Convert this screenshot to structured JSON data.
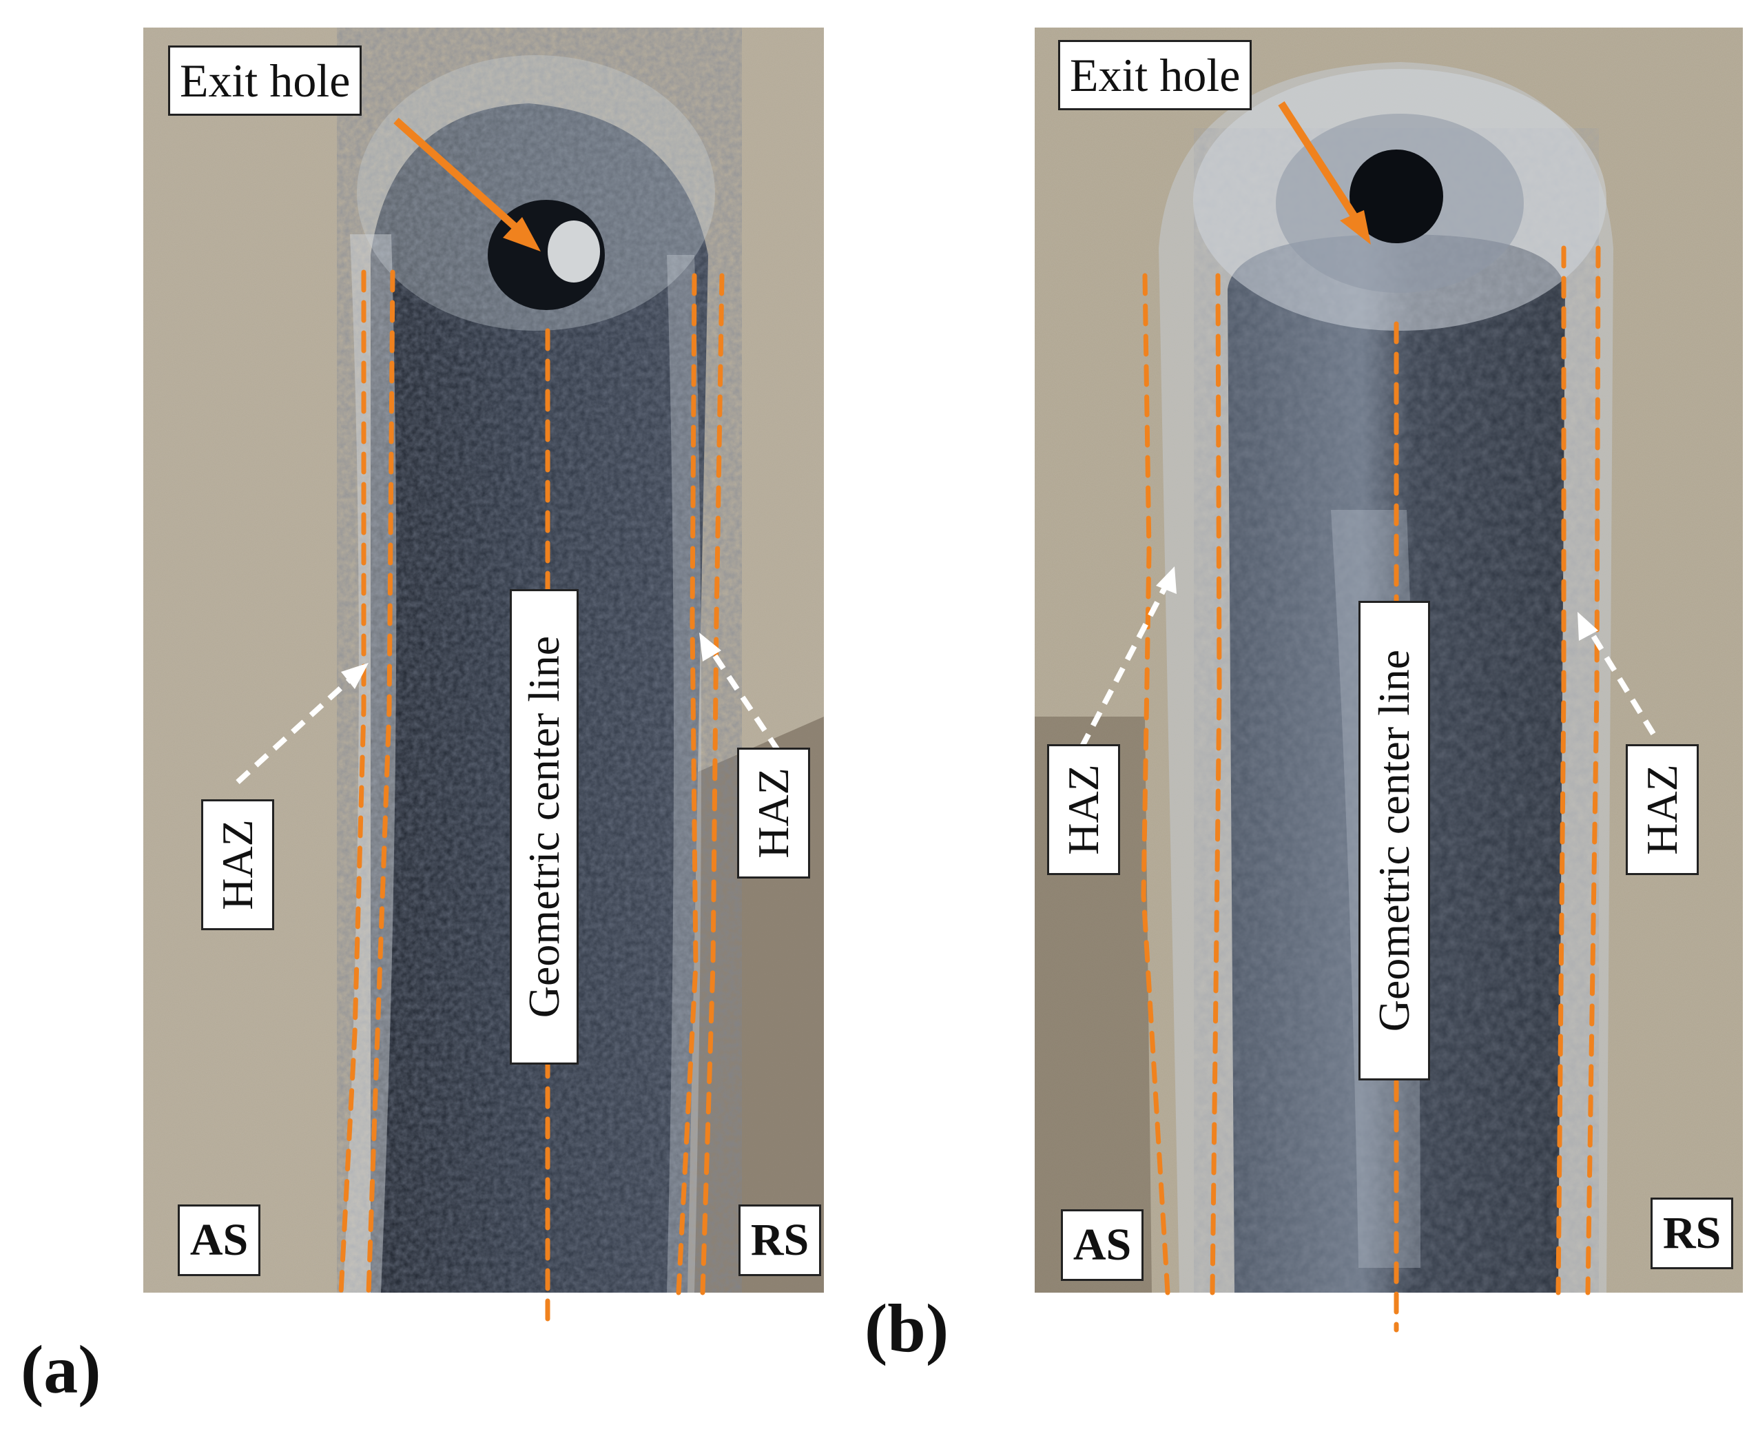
{
  "panels": [
    {
      "id": "a",
      "caption": "(a)",
      "exit_label": "Exit hole",
      "center_label": "Geometric center line",
      "haz_left_label": "HAZ",
      "haz_right_label": "HAZ",
      "as_label": "AS",
      "rs_label": "RS"
    },
    {
      "id": "b",
      "caption": "(b)",
      "exit_label": "Exit hole",
      "center_label": "Geometric center line",
      "haz_left_label": "HAZ",
      "haz_right_label": "HAZ",
      "as_label": "AS",
      "rs_label": "RS"
    }
  ],
  "colors": {
    "annotation_orange": "#f0821e",
    "background_concrete": "#b3a894",
    "weld_dark": "#2c3340",
    "haz_arrow": "#ffffff"
  }
}
